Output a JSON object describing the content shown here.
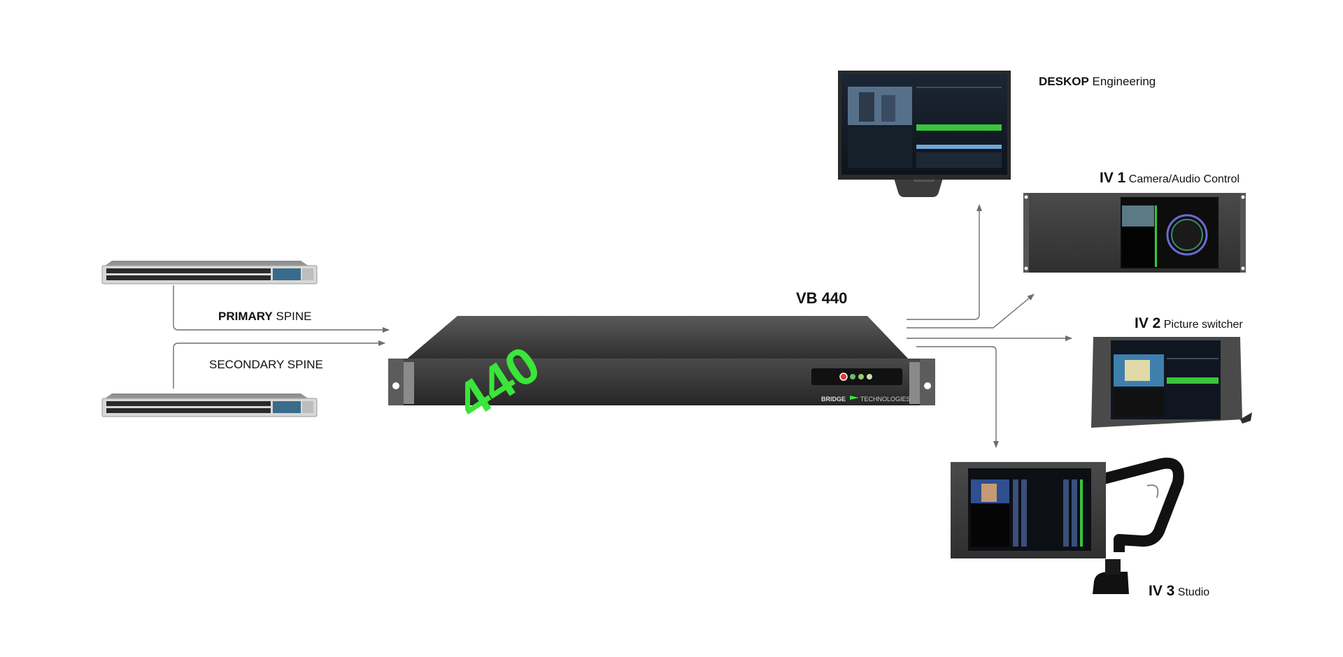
{
  "labels": {
    "primary_spine_bold": "PRIMARY",
    "primary_spine_rest": " SPINE",
    "secondary_spine": "SECONDARY SPINE",
    "vb_title": "VB 440",
    "desktop_bold": "DESKOP",
    "desktop_rest": " Engineering",
    "iv1_bold": "IV 1",
    "iv1_rest": " Camera/Audio Control",
    "iv2_bold": "IV 2",
    "iv2_rest": " Picture switcher",
    "iv3_bold": "IV 3",
    "iv3_rest": " Studio"
  },
  "device": {
    "front_logo": "440",
    "brand_bold": "BRIDGE",
    "brand_rest": "TECHNOLOGIES"
  },
  "colors": {
    "accent_green": "#39e639",
    "chassis": "#3a3a3a",
    "arrow": "#6e6e6e"
  }
}
